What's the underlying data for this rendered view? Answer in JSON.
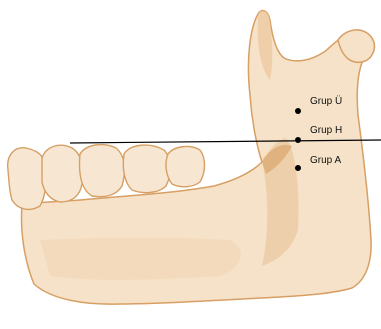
{
  "figure": {
    "labels": {
      "upper": "Grup Ü",
      "middle": "Grup H",
      "lower": "Grup A"
    },
    "colors": {
      "bone_fill": "#f6e2c8",
      "bone_shade": "#e9c398",
      "bone_outline": "#d79f63",
      "reference_line": "#000000",
      "point": "#000000"
    }
  }
}
